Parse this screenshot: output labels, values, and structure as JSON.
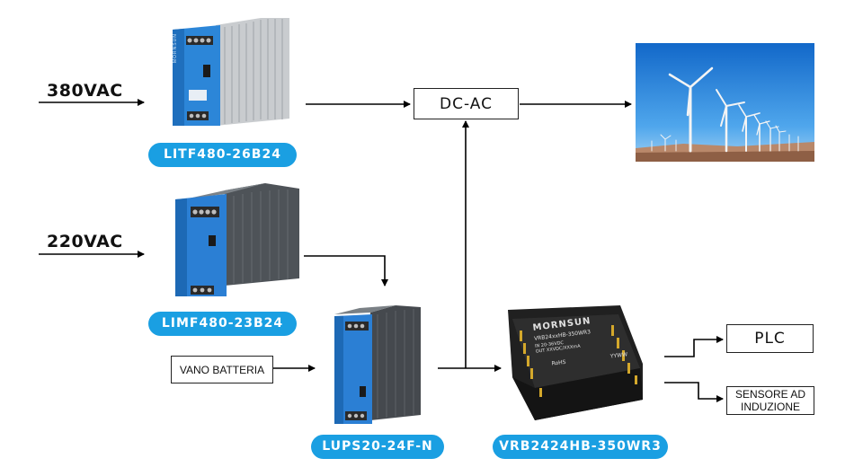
{
  "inputs": {
    "input1": "380VAC",
    "input2": "220VAC",
    "battery": "VANO BATTERIA"
  },
  "products": {
    "p1": "LITF480-26B24",
    "p2": "LIMF480-23B24",
    "p3": "LUPS20-24F-N",
    "p4": "VRB2424HB-350WR3"
  },
  "converter": "DC-AC",
  "outputs": {
    "plc": "PLC",
    "sensor": "SENSORE AD INDUZIONE"
  },
  "module_print": {
    "brand": "MORNSUN",
    "model": "VRB24xxHB-350WR3",
    "in": "IN  20-36VDC",
    "out": "OUT  XXVDC/XXXmA",
    "rohs": "RoHS",
    "date": "YYWW"
  },
  "device_brand": "MORNSUN",
  "colors": {
    "accent": "#1a9fe2",
    "device_blue": "#2b7fd4",
    "sky": "#1d7fd8"
  },
  "icons": [
    "power-supply-image",
    "dc-dc-module-image",
    "wind-turbines-image"
  ]
}
